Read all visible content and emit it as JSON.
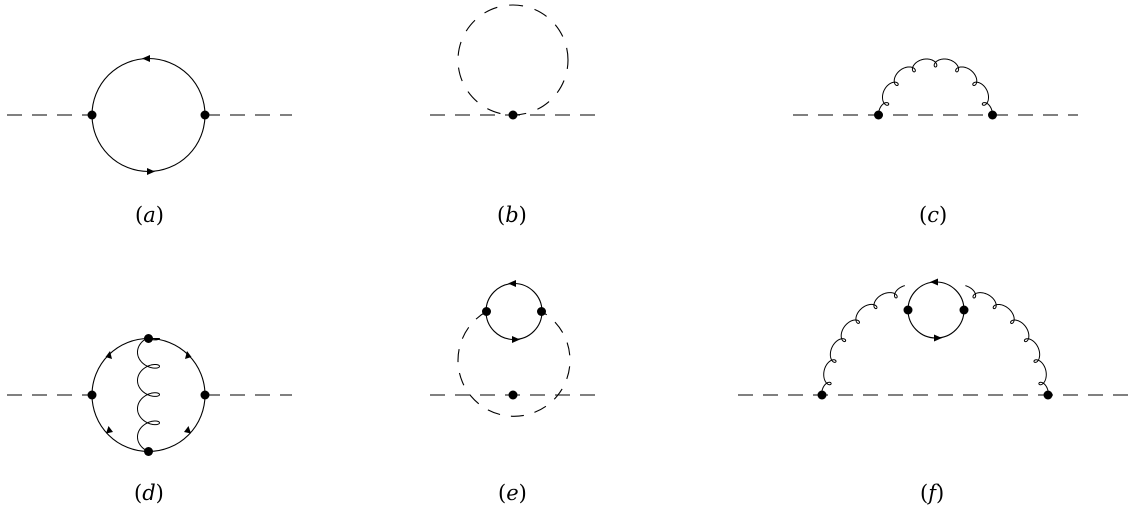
{
  "diagrams": [
    {
      "id": "a",
      "label_paren_open": "(",
      "label_letter": "a",
      "label_paren_close": ")"
    },
    {
      "id": "b",
      "label_paren_open": "(",
      "label_letter": "b",
      "label_paren_close": ")"
    },
    {
      "id": "c",
      "label_paren_open": "(",
      "label_letter": "c",
      "label_paren_close": ")"
    },
    {
      "id": "d",
      "label_paren_open": "(",
      "label_letter": "d",
      "label_paren_close": ")"
    },
    {
      "id": "e",
      "label_paren_open": "(",
      "label_letter": "e",
      "label_paren_close": ")"
    },
    {
      "id": "f",
      "label_paren_open": "(",
      "label_letter": "f",
      "label_paren_close": ")"
    }
  ]
}
